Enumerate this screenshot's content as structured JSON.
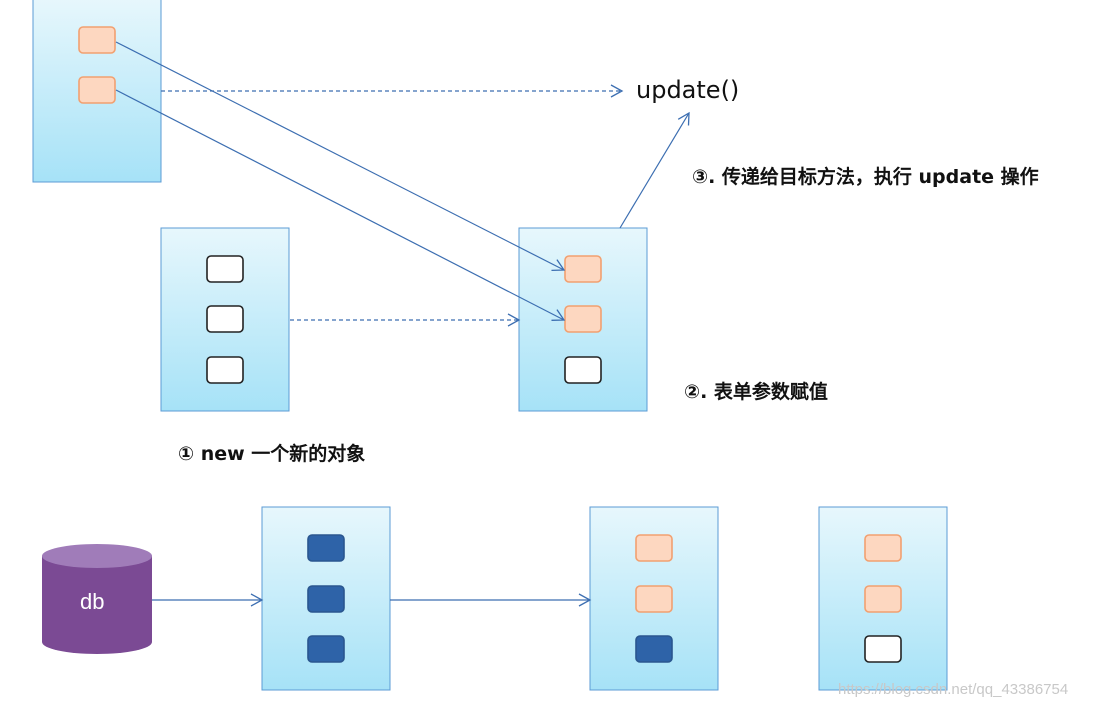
{
  "labels": {
    "method_call": "update()",
    "step1": "① new 一个新的对象",
    "step2": "②. 表单参数赋值",
    "step3": "③. 传递给目标方法，执行 update 操作",
    "database": "db",
    "watermark": "https://blog.csdn.net/qq_43386754"
  },
  "colors": {
    "box_gradient_top": "#e7f7fc",
    "box_gradient_bottom": "#a6e2f7",
    "box_border": "#5b9bd5",
    "field_orange_fill": "#fdd7c0",
    "field_orange_border": "#f2a070",
    "field_empty_fill": "#ffffff",
    "field_empty_border": "#222222",
    "field_blue_fill": "#2e63a8",
    "field_blue_border": "#2a568f",
    "arrow": "#3c6eb1",
    "db_fill": "#7b4a94",
    "db_top": "#a07cb9"
  },
  "objects": [
    {
      "name": "object-top-left",
      "fields": [
        "orange",
        "orange"
      ]
    },
    {
      "name": "object-new-empty",
      "fields": [
        "empty",
        "empty",
        "empty"
      ]
    },
    {
      "name": "object-form-filled",
      "fields": [
        "orange",
        "orange",
        "empty"
      ]
    },
    {
      "name": "object-loaded-from-db",
      "fields": [
        "blue",
        "blue",
        "blue"
      ]
    },
    {
      "name": "object-form-applied",
      "fields": [
        "orange",
        "orange",
        "blue"
      ]
    },
    {
      "name": "object-result",
      "fields": [
        "orange",
        "orange",
        "empty"
      ]
    }
  ]
}
